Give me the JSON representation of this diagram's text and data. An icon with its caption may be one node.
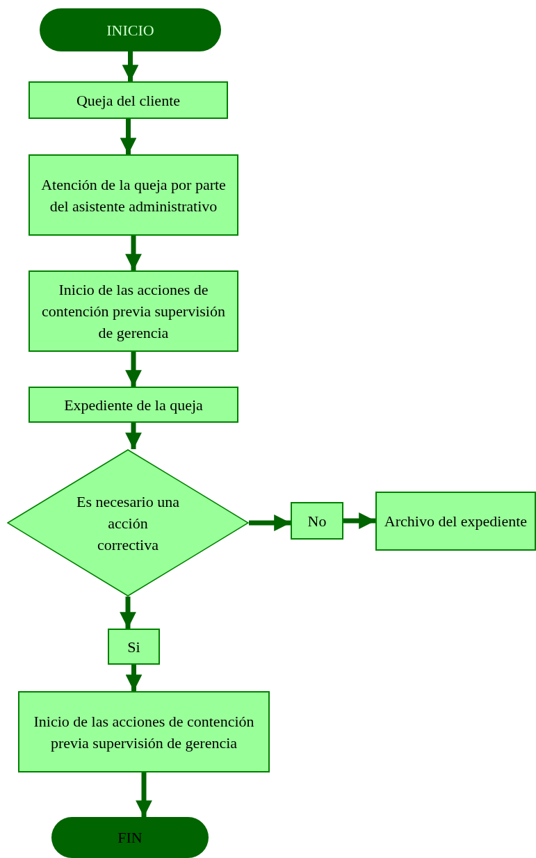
{
  "diagram": {
    "nodes": [
      {
        "text": [
          "INICIO"
        ]
      },
      {
        "text": [
          "Queja del cliente"
        ]
      },
      {
        "text": [
          "Atención de la queja por parte del asistente administrativo"
        ]
      },
      {
        "text": [
          "Inicio de las acciones de contención previa supervisión de gerencia"
        ]
      },
      {
        "text": [
          "Expediente de la queja"
        ]
      },
      {
        "text": [
          "Es necesario una acción correctiva"
        ]
      },
      {
        "text": [
          "No"
        ]
      },
      {
        "text": [
          "Archivo del expediente"
        ]
      },
      {
        "text": [
          "Si"
        ]
      },
      {
        "text": [
          "Inicio de las acciones de contención previa supervisión de gerencia"
        ]
      },
      {
        "text": [
          "FIN"
        ]
      }
    ],
    "edges": [
      {
        "from": 0,
        "to": 1,
        "arrow": "to"
      },
      {
        "from": 1,
        "to": 2,
        "arrow": "to"
      },
      {
        "from": 2,
        "to": 3,
        "arrow": "to"
      },
      {
        "from": 3,
        "to": 4,
        "arrow": "to"
      },
      {
        "from": 4,
        "to": 5,
        "arrow": "to"
      },
      {
        "from": 5,
        "to": 6,
        "arrow": "to"
      },
      {
        "from": 6,
        "to": 7,
        "arrow": "to"
      },
      {
        "from": 5,
        "to": 8,
        "arrow": "to"
      },
      {
        "from": 8,
        "to": 9,
        "arrow": "to"
      },
      {
        "from": 9,
        "to": 10,
        "arrow": "to"
      }
    ]
  }
}
